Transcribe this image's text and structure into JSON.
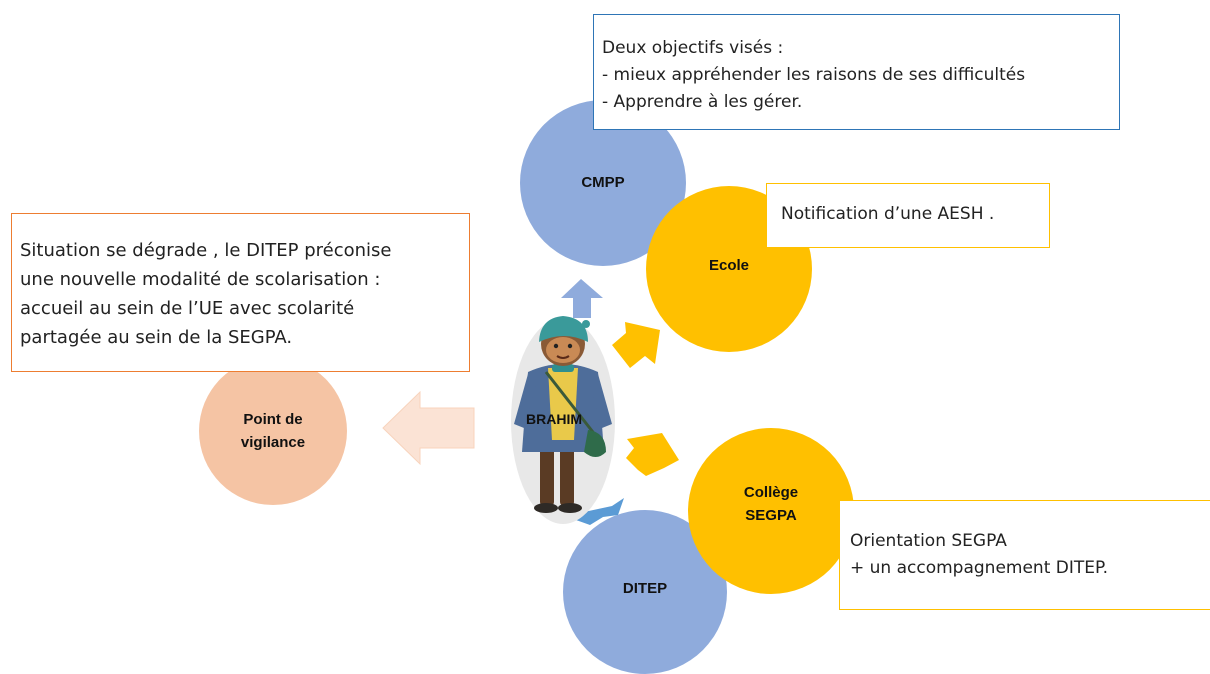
{
  "colors": {
    "blue_circle": "#8fabdc",
    "gold_circle": "#ffc000",
    "salmon_circle": "#f5c4a4",
    "salmon_border": "#ed7d31",
    "blue_border": "#2e75b6",
    "gold_border": "#ffc000",
    "arrow_blue": "#8fabdc",
    "arrow_gold": "#ffc000",
    "arrow_salmon": "#fbe3d5"
  },
  "nodes": {
    "center": "BRAHIM",
    "cmpp": "CMPP",
    "ecole": "Ecole",
    "college_line1": "Collège",
    "college_line2": "SEGPA",
    "ditep": "DITEP",
    "vigilance_line1": "Point de",
    "vigilance_line2": "vigilance"
  },
  "notes": {
    "cmpp": {
      "line1": "Deux objectifs visés :",
      "line2": "- mieux appréhender les raisons de ses difficultés",
      "line3": "- Apprendre à les gérer."
    },
    "ecole": {
      "line1": "Notification d’une AESH ."
    },
    "college": {
      "line1": "Orientation SEGPA",
      "line2": "+ un accompagnement DITEP."
    },
    "vigilance": {
      "line1": "Situation se dégrade , le DITEP préconise",
      "line2": "une nouvelle modalité de scolarisation :",
      "line3": "accueil au sein de l’UE avec scolarité",
      "line4": "partagée au sein de la SEGPA."
    }
  }
}
